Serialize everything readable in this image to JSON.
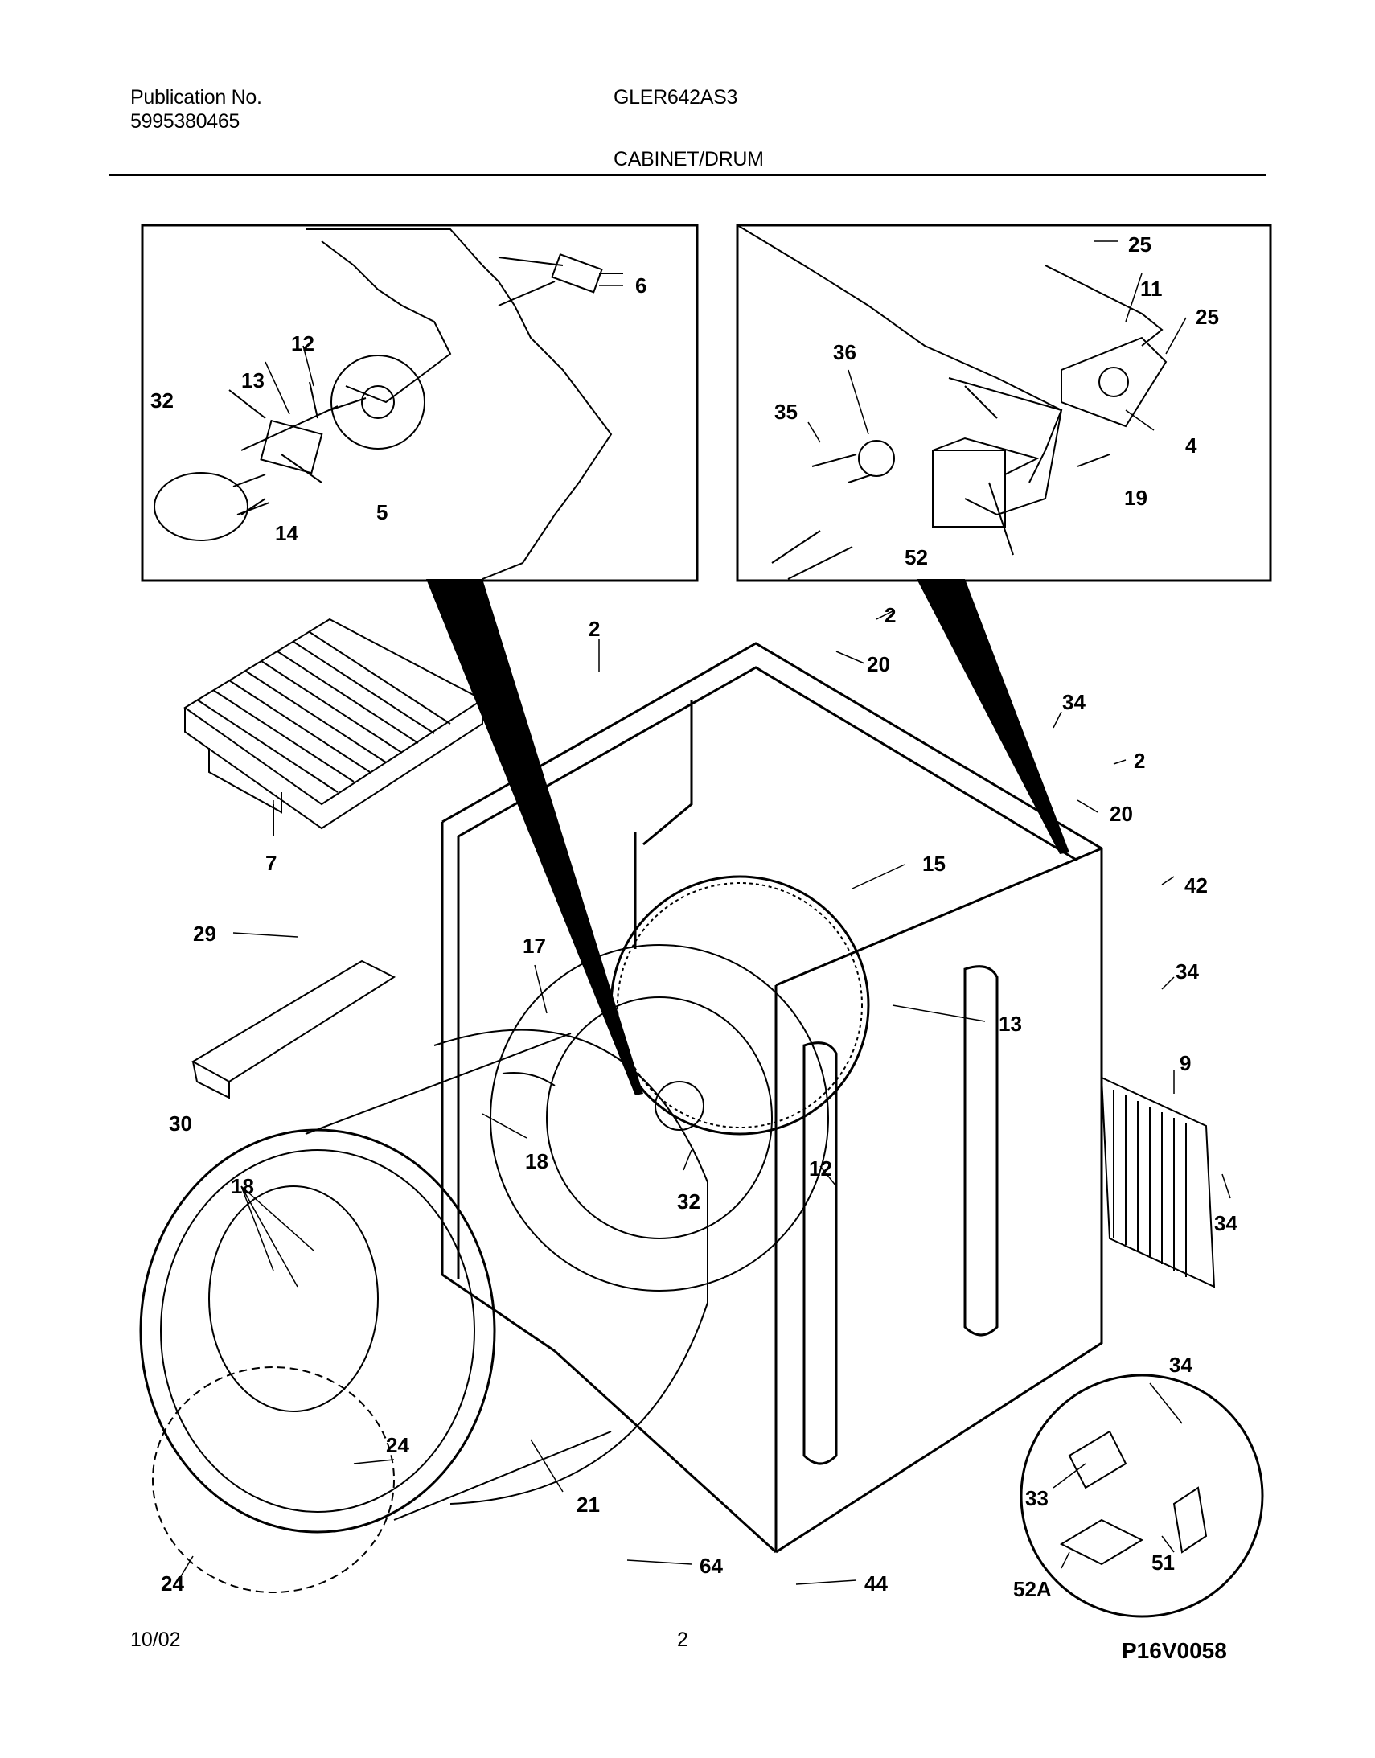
{
  "header": {
    "publication_label": "Publication No.",
    "publication_number": "5995380465",
    "model": "GLER642AS3",
    "section": "CABINET/DRUM"
  },
  "footer": {
    "date": "10/02",
    "page": "2"
  },
  "diagram_code": "P16V0058",
  "callouts": {
    "inset_left": [
      "6",
      "12",
      "13",
      "32",
      "5",
      "14"
    ],
    "inset_right": [
      "25",
      "11",
      "25",
      "36",
      "35",
      "4",
      "19",
      "52"
    ],
    "main": [
      "2",
      "2",
      "20",
      "34",
      "2",
      "20",
      "7",
      "15",
      "42",
      "29",
      "17",
      "34",
      "13",
      "9",
      "30",
      "18",
      "12",
      "32",
      "34",
      "18",
      "34",
      "24",
      "21",
      "33",
      "51",
      "64",
      "44",
      "52A",
      "24"
    ]
  }
}
